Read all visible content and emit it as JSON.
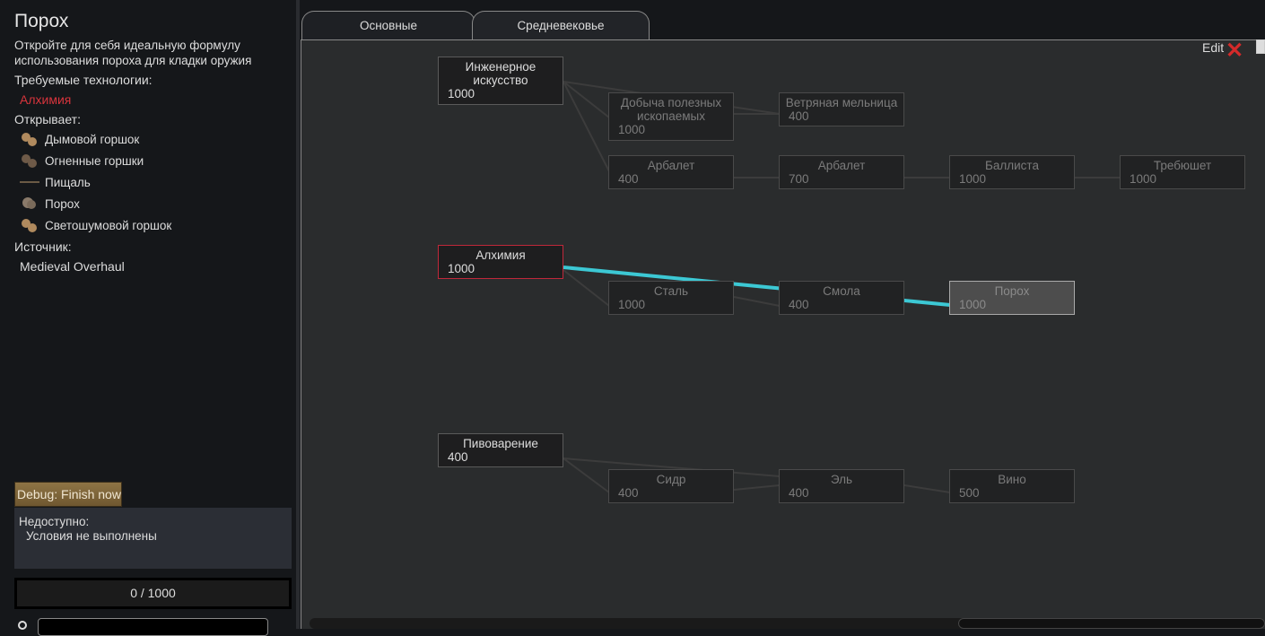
{
  "details": {
    "title": "Порох",
    "description": "Откройте для себя идеальную формулу использования пороха для кладки оружия",
    "prereq_label": "Требуемые технологии:",
    "prereqs": [
      "Алхимия"
    ],
    "unlocks_label": "Открывает:",
    "unlocks": [
      "Дымовой горшок",
      "Огненные горшки",
      "Пищаль",
      "Порох",
      "Светошумовой горшок"
    ],
    "source_label": "Источник:",
    "source": "Medieval Overhaul",
    "debug_button": "Debug: Finish now",
    "status_title": "Недоступно:",
    "status_reason": "Условия не выполнены",
    "progress": "0 / 1000",
    "progress_fraction": 0
  },
  "tabs": [
    "Основные",
    "Средневековье"
  ],
  "active_tab": 1,
  "toolbar": {
    "edit": "Edit"
  },
  "colors": {
    "required": "#c0283a",
    "path": "#3cc8d4"
  },
  "nodes": [
    {
      "name": "Инженерное искусство",
      "cost": "1000"
    },
    {
      "name": "Добыча полезных ископаемых",
      "cost": "1000"
    },
    {
      "name": "Ветряная мельница",
      "cost": "400"
    },
    {
      "name": "Арбалет",
      "cost": "400"
    },
    {
      "name": "Арбалет",
      "cost": "700"
    },
    {
      "name": "Баллиста",
      "cost": "1000"
    },
    {
      "name": "Требюшет",
      "cost": "1000"
    },
    {
      "name": "Алхимия",
      "cost": "1000"
    },
    {
      "name": "Сталь",
      "cost": "1000"
    },
    {
      "name": "Смола",
      "cost": "400"
    },
    {
      "name": "Порох",
      "cost": "1000"
    },
    {
      "name": "Пивоварение",
      "cost": "400"
    },
    {
      "name": "Сидр",
      "cost": "400"
    },
    {
      "name": "Эль",
      "cost": "400"
    },
    {
      "name": "Вино",
      "cost": "500"
    }
  ]
}
